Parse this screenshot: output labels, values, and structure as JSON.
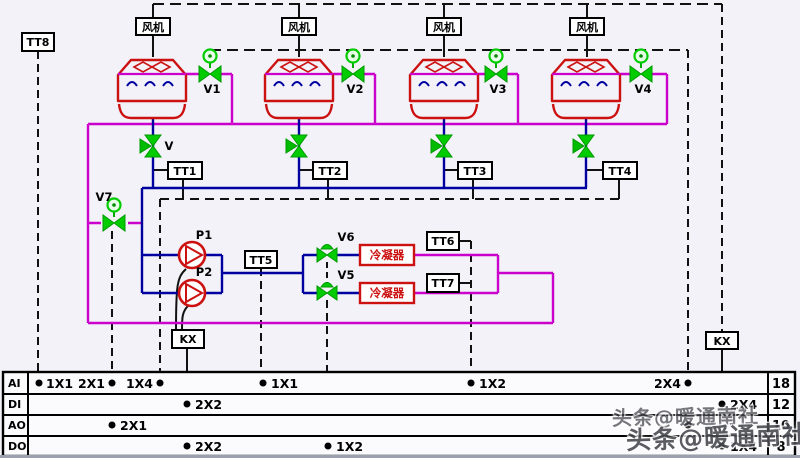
{
  "colors": {
    "red": "#cc1111",
    "magenta": "#cc00cc",
    "navy": "#0000a0",
    "green": "#00cc00",
    "signal": "#111111",
    "bg": "#f2f2f8"
  },
  "equipment": {
    "fan_label": "风机",
    "condenser_label": "冷凝器",
    "relay_label": "KX",
    "pump_labels": [
      "P1",
      "P2"
    ]
  },
  "instruments": {
    "tt1": "TT1",
    "tt2": "TT2",
    "tt3": "TT3",
    "tt4": "TT4",
    "tt5": "TT5",
    "tt6": "TT6",
    "tt7": "TT7",
    "tt8": "TT8"
  },
  "valves": {
    "v": "V",
    "v1": "V1",
    "v2": "V2",
    "v3": "V3",
    "v4": "V4",
    "v5": "V5",
    "v6": "V6",
    "v7": "V7"
  },
  "io_table": {
    "rows": [
      {
        "label": "AI",
        "count": "18"
      },
      {
        "label": "DI",
        "count": "12"
      },
      {
        "label": "AO",
        "count": "10"
      },
      {
        "label": "DO",
        "count": "8"
      }
    ],
    "ai_terminals": [
      "1X1",
      "2X1",
      "1X4",
      "1X1",
      "1X2",
      "2X4"
    ],
    "di_terminals": [
      "2X2",
      "2X4"
    ],
    "ao_terminals": [
      "2X1"
    ],
    "do_terminals": [
      "2X2",
      "1X2",
      "1X4"
    ]
  },
  "watermark": {
    "text": "头条@暖通南社"
  }
}
